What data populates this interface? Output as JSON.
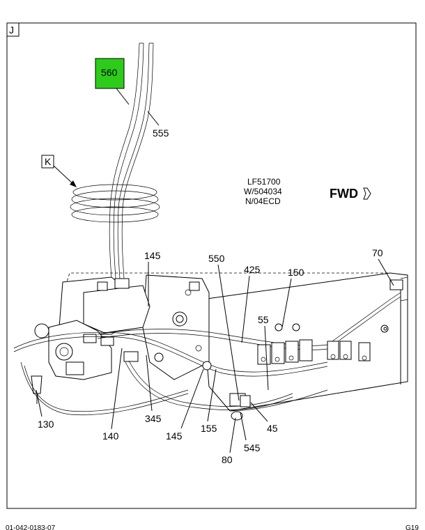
{
  "view_letter": "J",
  "detail_letter": "K",
  "note": {
    "line1": "LF51700",
    "line2": "W/504034",
    "line3": "N/04ECD"
  },
  "fwd": {
    "text": "FWD",
    "arrow_icon": "outline-right-arrow-icon"
  },
  "highlight": {
    "label": "560",
    "color": "#2ecc1a"
  },
  "callouts": {
    "c555": "555",
    "c145_top": "145",
    "c550": "550",
    "c425": "425",
    "c150": "150",
    "c70": "70",
    "c55": "55",
    "c130": "130",
    "c140": "140",
    "c345": "345",
    "c145_bottom": "145",
    "c155": "155",
    "c45": "45",
    "c545": "545",
    "c80": "80"
  },
  "footer": {
    "left": "01-042-0183-07",
    "right": "G19"
  }
}
